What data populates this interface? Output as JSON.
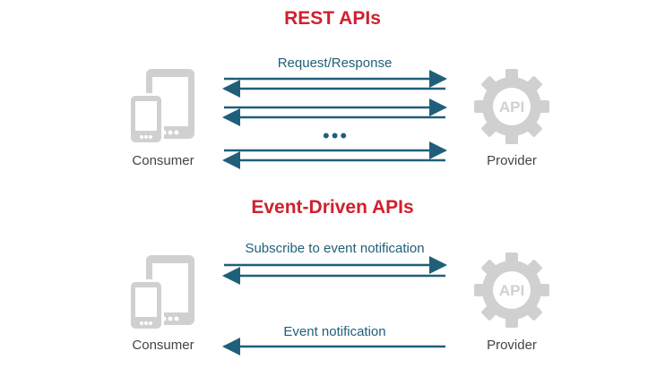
{
  "rest": {
    "title": "REST APIs",
    "flow_label": "Request/Response",
    "ellipsis": "•••",
    "consumer_label": "Consumer",
    "provider_label": "Provider",
    "provider_icon_text": "API"
  },
  "event": {
    "title": "Event-Driven APIs",
    "subscribe_label": "Subscribe to event notification",
    "notification_label": "Event notification",
    "consumer_label": "Consumer",
    "provider_label": "Provider",
    "provider_icon_text": "API"
  },
  "colors": {
    "title": "#d0202e",
    "arrow": "#1f5f7a",
    "icon": "#d0d0d0",
    "label": "#444444"
  }
}
